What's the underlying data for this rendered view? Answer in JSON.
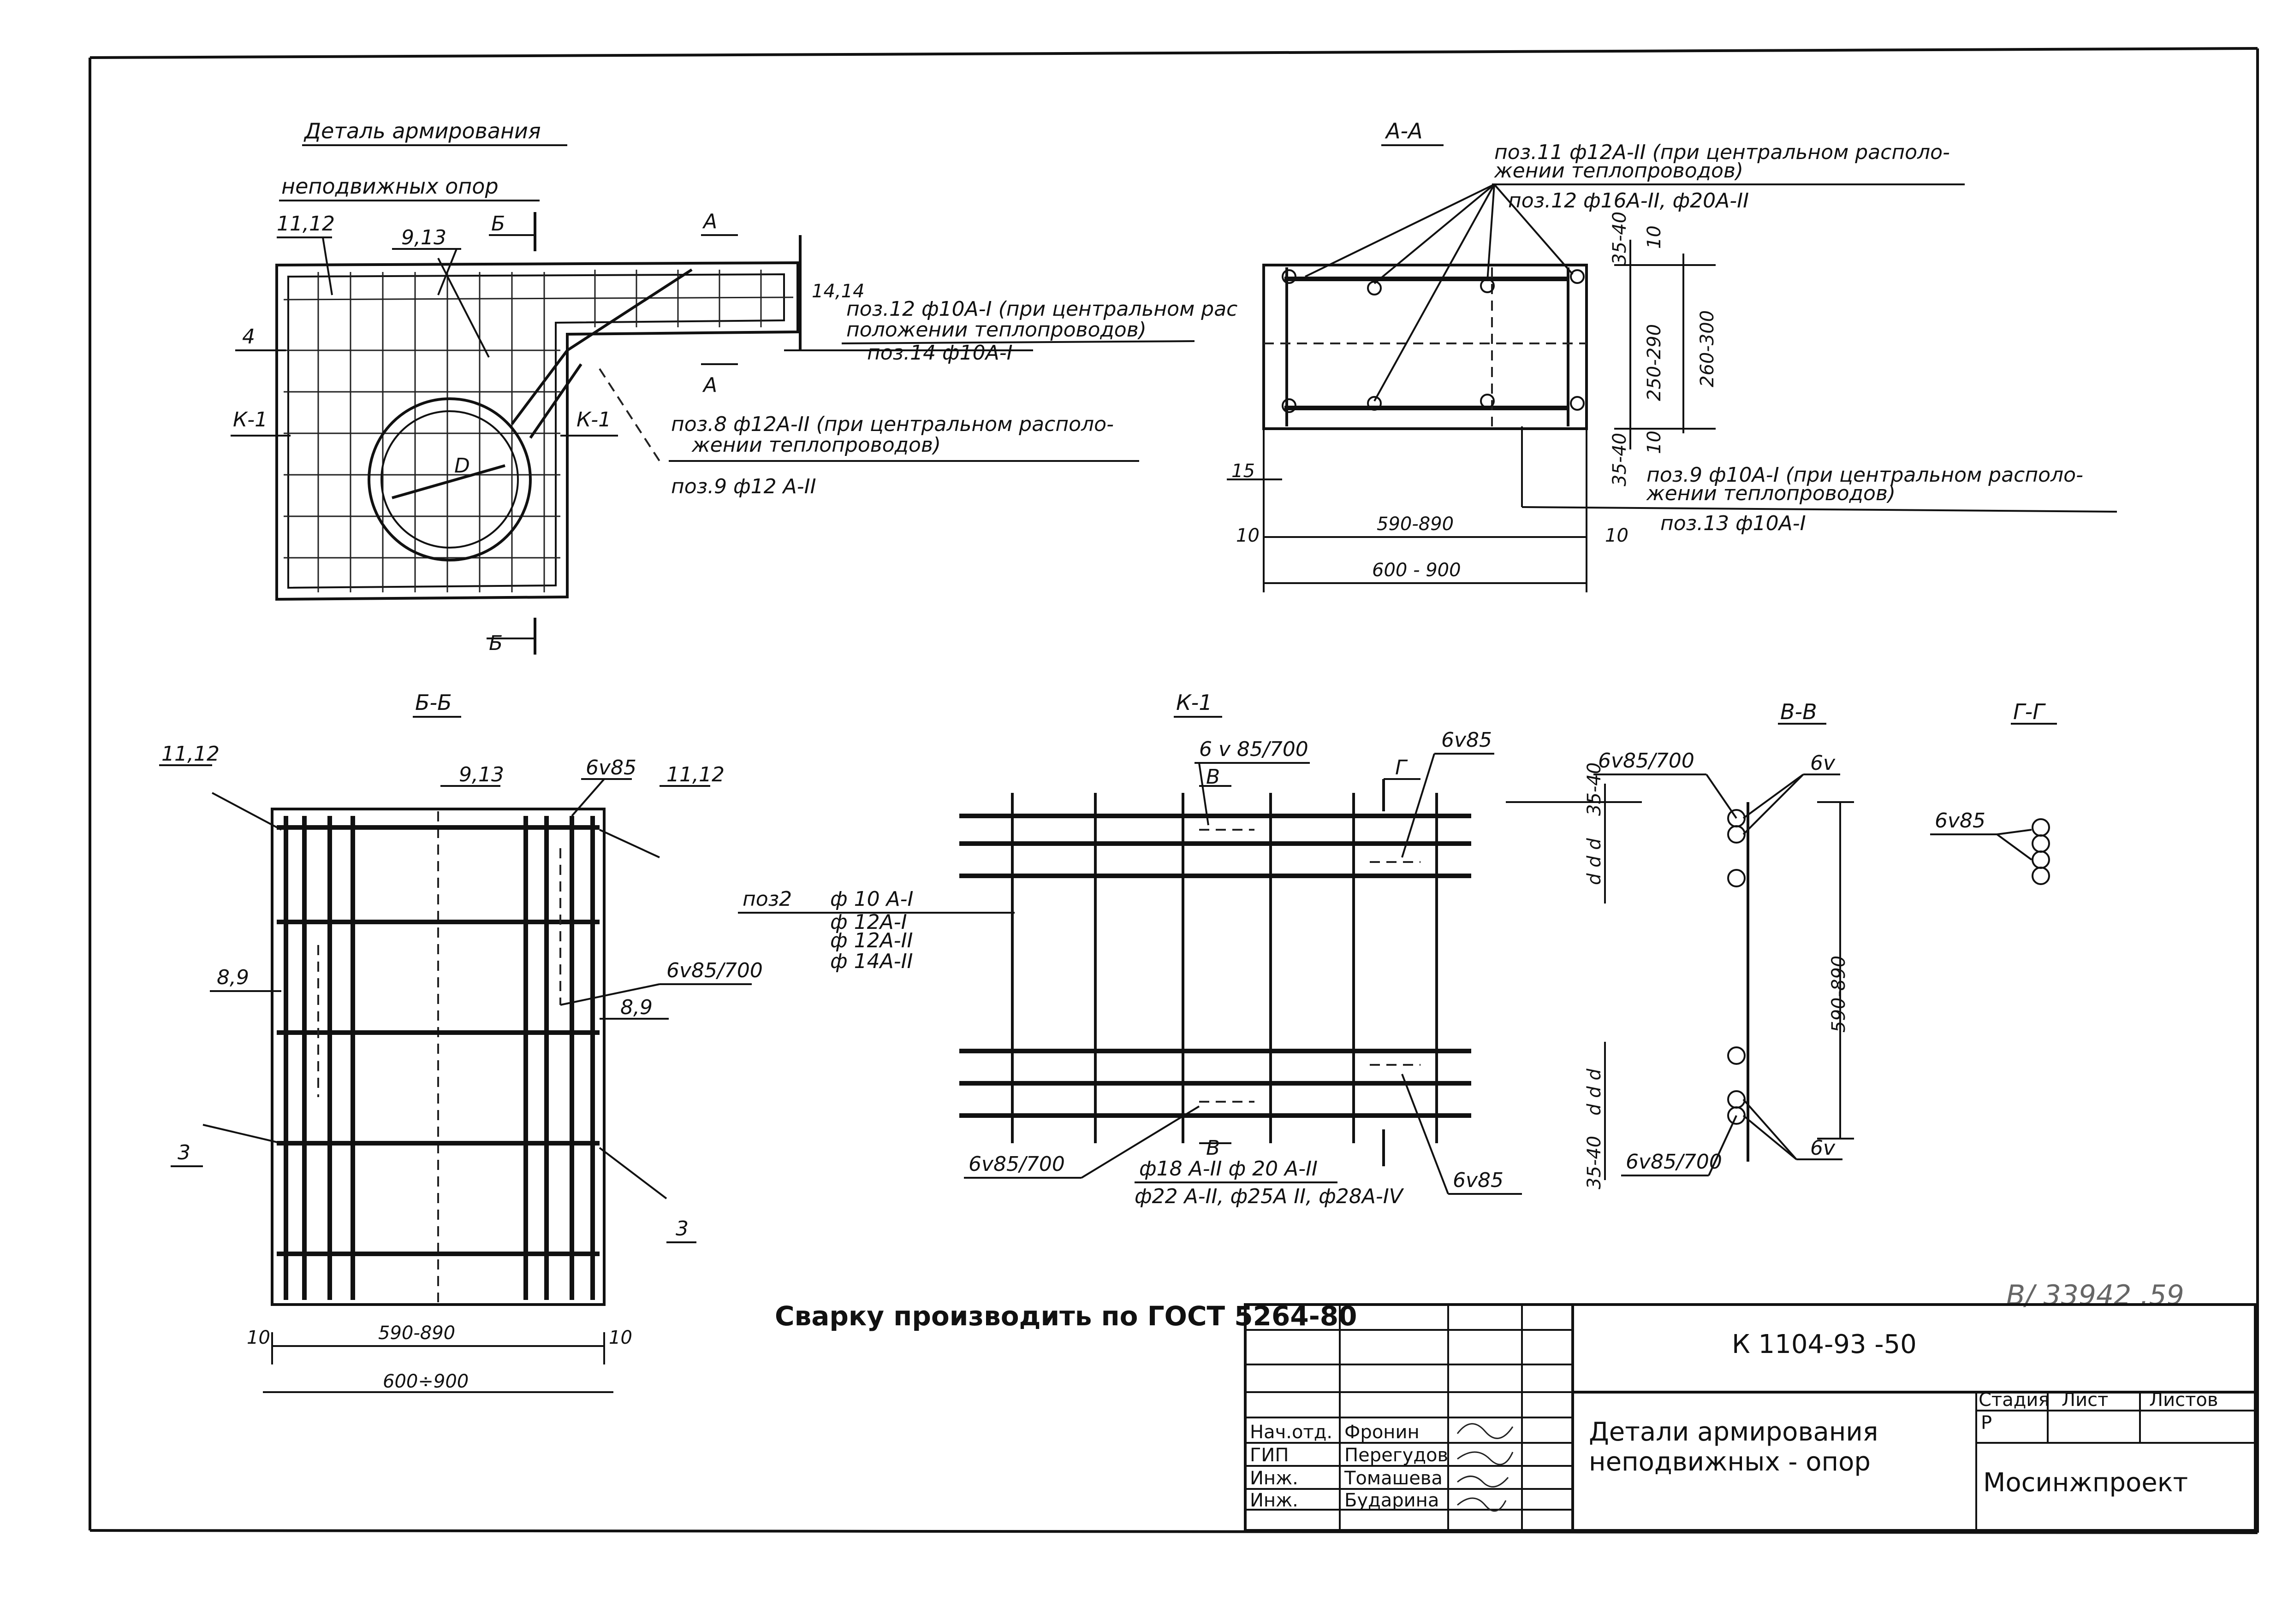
{
  "detail_title": {
    "line1": "Деталь армирования",
    "line2": "неподвижных опор"
  },
  "section_labels": {
    "aa": "А-А",
    "bb": "Б-Б",
    "k1": "К-1",
    "vv": "В-В",
    "gg": "Г-Г"
  },
  "plan_labels": {
    "p_11_12": "11,12",
    "p_9_13": "9,13",
    "cut_b": "Б",
    "cut_a": "А",
    "p_4": "4",
    "k1_left": "К-1",
    "k1_right": "К-1",
    "p_14_14": "14,14",
    "diameter": "D"
  },
  "plan_notes": {
    "n1_line1": "поз.12 ф10А-I (при центральном рас",
    "n1_line2": "положении теплопроводов)",
    "n1_line3": "поз.14 ф10А-I",
    "n2_line1": "поз.8 ф12А-II (при центральном располо-",
    "n2_line2": "жении теплопроводов)",
    "n2_line3": "поз.9 ф12 А-II"
  },
  "aa_notes": {
    "top_line1": "поз.11 ф12А-II (при центральном располо-",
    "top_line2": "жении теплопроводов)",
    "top_line3": "поз.12 ф16А-II, ф20А-II",
    "bot_line1": "поз.9 ф10А-I (при центральном располо-",
    "bot_line2": "жении теплопроводов)",
    "bot_line3": "поз.13 ф10А-I"
  },
  "aa_dims": {
    "d_35_40_top": "35-40",
    "d_10_top": "10",
    "d_250_290": "250-290",
    "d_260_300": "260-300",
    "d_35_40_bot": "35-40",
    "d_10_bot": "10",
    "d_15": "15",
    "d_10_left": "10",
    "d_10_right": "10",
    "d_590_890": "590-890",
    "d_600_900": "600 - 900"
  },
  "bb_labels": {
    "p_11_12_left": "11,12",
    "p_9_13": "9,13",
    "weld_6v85": "6v85",
    "p_11_12_right": "11,12",
    "p_8_9_left": "8,9",
    "weld_6v85_700": "6v85/700",
    "p_8_9_right": "8,9",
    "p_3_left": "3",
    "p_3_right": "3",
    "d_10_left": "10",
    "d_590_890": "590-890",
    "d_10_right": "10",
    "d_600_900": "600÷900"
  },
  "k1_labels": {
    "weld_top": "6 v 85/700",
    "cut_v_top": "В",
    "cut_g": "Г",
    "weld_6v85_top": "6v85",
    "pos2": "поз2",
    "dia1": "ф 10 А-I",
    "dia2": "ф 12А-I",
    "dia3": "ф 12А-II",
    "dia4": "ф 14А-II",
    "weld_bottom_left": "6v85/700",
    "cut_v_bottom": "В",
    "bars_line1": "ф18 А-II  ф 20 А-II",
    "bars_line2": "ф22 А-II, ф25А II, ф28А-IV",
    "weld_6v85_bottom": "6v85"
  },
  "vv_labels": {
    "weld_top": "6v85/700",
    "weld_top_right": "6v",
    "d_35_40_top": "35-40",
    "d_d_top": "d d d",
    "d_590_890": "590-890",
    "d_d_bot": "d d d",
    "d_35_40_bot": "35-40",
    "weld_bottom": "6v85/700",
    "weld_bottom_right": "6v"
  },
  "gg_labels": {
    "weld": "6v85"
  },
  "weld_note": "Сварку производить по ГОСТ 5264-80",
  "handwritten_number": "В/ 33942 .59",
  "title_block": {
    "doc_code": "К 1104-93 -50",
    "title_line1": "Детали армирования",
    "title_line2": "неподвижных - опор",
    "stage_header": "Стадия",
    "sheet_header": "Лист",
    "sheets_header": "Листов",
    "stage_value": "Р",
    "organization": "Мосинжпроект",
    "staff": [
      {
        "role": "Нач.отд.",
        "name": "Фронин"
      },
      {
        "role": "ГИП",
        "name": "Перегудов"
      },
      {
        "role": "Инж.",
        "name": "Томашева"
      },
      {
        "role": "Инж.",
        "name": "Бударина"
      }
    ]
  }
}
